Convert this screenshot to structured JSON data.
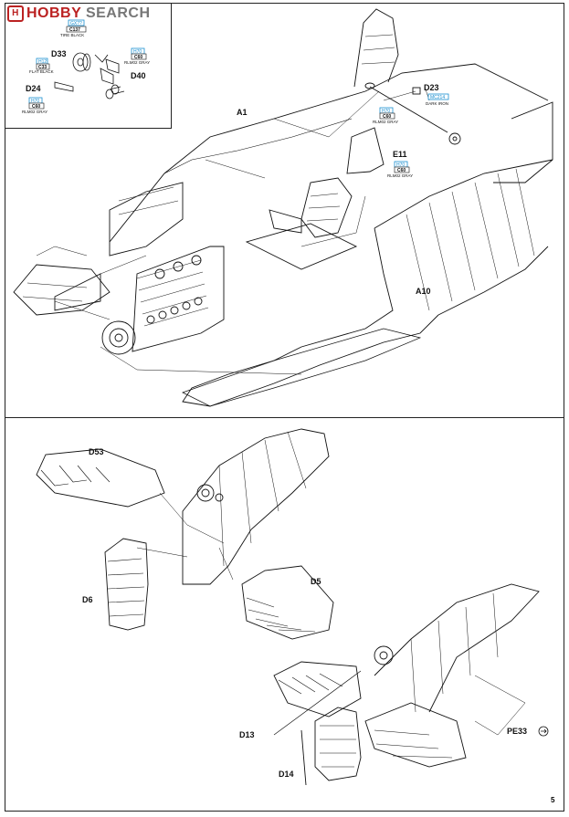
{
  "watermark": {
    "logo_text": "H",
    "brand_1": "HOBBY",
    "brand_2": " SEARCH"
  },
  "page_number": "5",
  "parts": {
    "A1": "A1",
    "A10": "A10",
    "E11": "E11",
    "D23": "D23",
    "D33": "D33",
    "D24": "D24",
    "D40": "D40",
    "D53": "D53",
    "D5": "D5",
    "D6": "D6",
    "D13": "D13",
    "D14": "D14",
    "PE33": "PE33"
  },
  "colors": {
    "tire_black": {
      "code": "GX??",
      "num": "C137",
      "name": "TIRE BLACK"
    },
    "flat_black": {
      "code": "H12",
      "num": "C33",
      "name": "FLAT BLACK"
    },
    "rlm02_gray_d40": {
      "code": "H70",
      "num": "C60",
      "name": "RLM02 GRAY"
    },
    "rlm02_gray_d24": {
      "code": "H70",
      "num": "C60",
      "name": "RLM02 GRAY"
    },
    "rlm02_gray_a1": {
      "code": "H70",
      "num": "C60",
      "name": "RLM02 GRAY"
    },
    "rlm02_gray_e11": {
      "code": "H70",
      "num": "C60",
      "name": "RLM02 GRAY"
    },
    "dark_iron": {
      "code": "MC214",
      "num": "",
      "name": "DARK IRON"
    }
  },
  "accent": {
    "line": "#111111",
    "callout_blue": "#1a8fd0",
    "watermark_red": "#b22222"
  }
}
